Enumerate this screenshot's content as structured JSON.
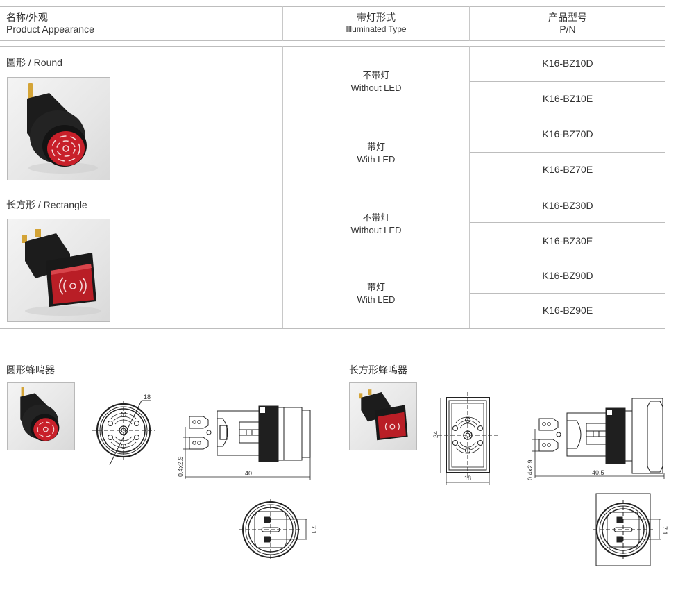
{
  "table": {
    "headers": {
      "appearance": {
        "zh": "名称/外观",
        "en": "Product Appearance"
      },
      "illuminated_type": {
        "zh": "带灯形式",
        "en": "Illuminated Type"
      },
      "part_number": {
        "zh": "产品型号",
        "en": "P/N"
      }
    },
    "groups": [
      {
        "label": "圆形 / Round",
        "shape": "round",
        "types": [
          {
            "zh": "不带灯",
            "en": "Without LED",
            "part_numbers": [
              "K16-BZ10D",
              "K16-BZ10E"
            ]
          },
          {
            "zh": "带灯",
            "en": "With LED",
            "part_numbers": [
              "K16-BZ70D",
              "K16-BZ70E"
            ]
          }
        ]
      },
      {
        "label": "长方形 / Rectangle",
        "shape": "rectangle",
        "types": [
          {
            "zh": "不带灯",
            "en": "Without LED",
            "part_numbers": [
              "K16-BZ30D",
              "K16-BZ30E"
            ]
          },
          {
            "zh": "带灯",
            "en": "With LED",
            "part_numbers": [
              "K16-BZ90D",
              "K16-BZ90E"
            ]
          }
        ]
      }
    ]
  },
  "drawings": {
    "round": {
      "title": "圆形蜂鸣器",
      "dims": {
        "diameter": "18",
        "terminal": "0.4x2.9",
        "length": "40",
        "pitch": "7.1"
      }
    },
    "rectangle": {
      "title": "长方形蜂鸣器",
      "dims": {
        "height": "24",
        "width": "18",
        "terminal": "0.4x2.9",
        "length": "40.5",
        "pitch": "7.1"
      }
    }
  },
  "colors": {
    "lens_red": "#c8202a",
    "body_black": "#1c1c1c",
    "terminal_gold": "#d4a437",
    "rule": "#bdbdbd"
  }
}
